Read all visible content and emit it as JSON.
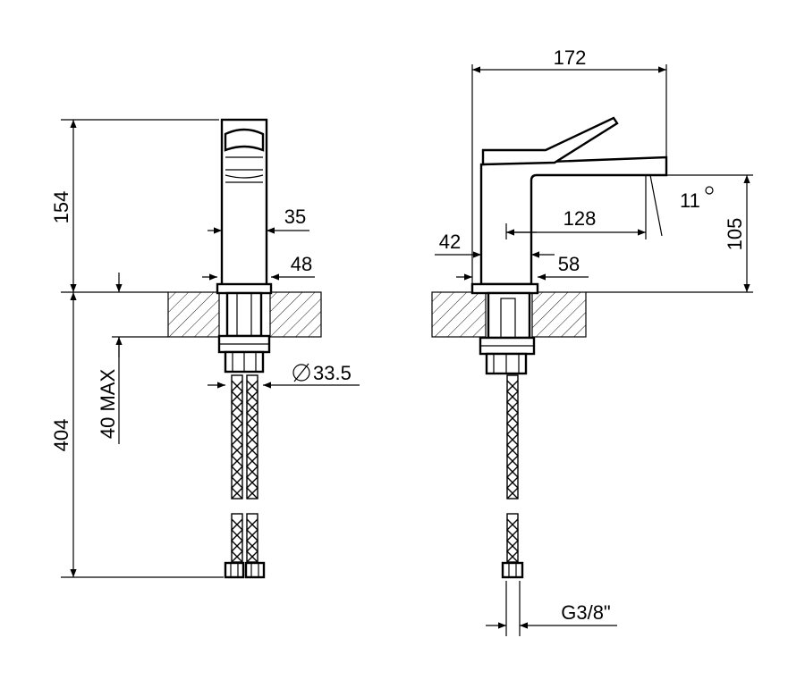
{
  "colors": {
    "ink": "#000000",
    "paper": "#ffffff"
  },
  "dimensions": {
    "front": {
      "height_body": "154",
      "height_hose": "404",
      "max_deck": "40 MAX",
      "spout_width": "35",
      "base_width": "48",
      "shank_diameter": "33.5"
    },
    "side": {
      "total_length": "172",
      "spout_reach": "128",
      "angle": "11",
      "height": "105",
      "body_width": "42",
      "base_depth": "58",
      "connection": "G3/8\""
    }
  }
}
